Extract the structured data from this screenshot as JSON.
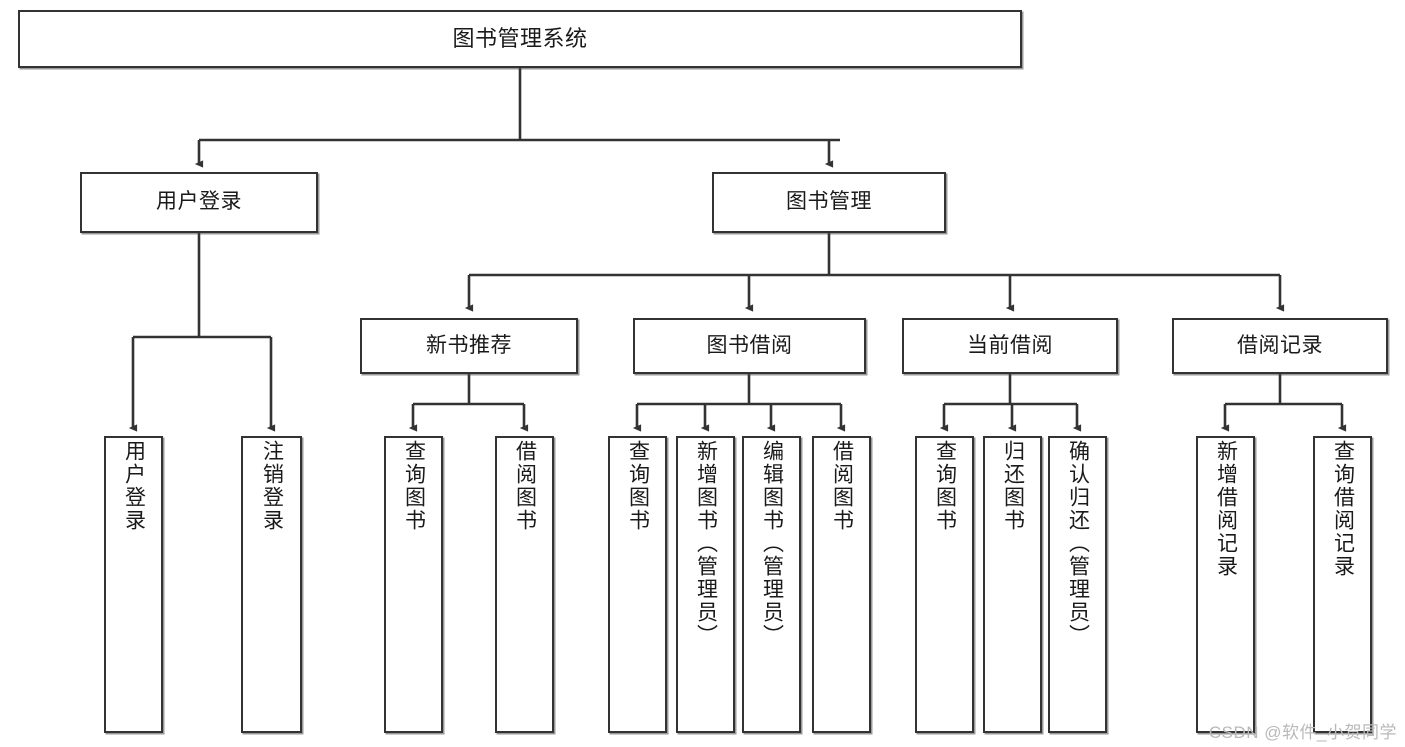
{
  "diagram": {
    "type": "hierarchy-tree",
    "title": "图书管理系统",
    "watermark": "CSDN @软件_小贺同学",
    "colors": {
      "box_border": "#333333",
      "box_fill": "#ffffff",
      "edge": "#333333",
      "text": "#1a1a1a",
      "watermark": "#b9b9b9"
    },
    "nodes": {
      "root": {
        "label": "图书管理系统"
      },
      "level2": [
        {
          "label": "用户登录"
        },
        {
          "label": "图书管理"
        }
      ],
      "level3": [
        {
          "label": "新书推荐"
        },
        {
          "label": "图书借阅"
        },
        {
          "label": "当前借阅"
        },
        {
          "label": "借阅记录"
        }
      ],
      "leaves_user_login": [
        {
          "label": "用户登录"
        },
        {
          "label": "注销登录"
        }
      ],
      "leaves_new_book": [
        {
          "label": "查询图书"
        },
        {
          "label": "借阅图书"
        }
      ],
      "leaves_book_borrow": [
        {
          "label": "查询图书"
        },
        {
          "label": "新增图书（管理员）"
        },
        {
          "label": "编辑图书（管理员）"
        },
        {
          "label": "借阅图书"
        }
      ],
      "leaves_current_borrow": [
        {
          "label": "查询图书"
        },
        {
          "label": "归还图书"
        },
        {
          "label": "确认归还（管理员）"
        }
      ],
      "leaves_borrow_record": [
        {
          "label": "新增借阅记录"
        },
        {
          "label": "查询借阅记录"
        }
      ]
    }
  }
}
